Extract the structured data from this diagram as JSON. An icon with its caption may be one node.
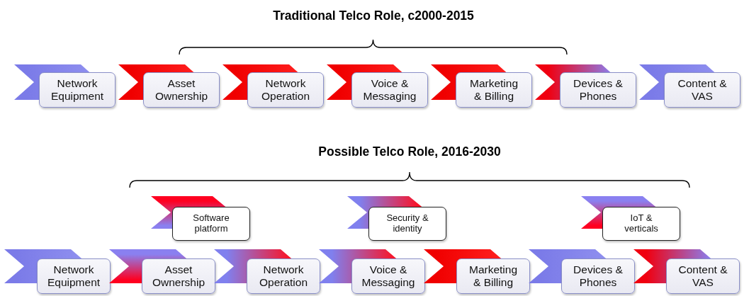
{
  "diagram": {
    "nodes": [
      {
        "text": [
          "Network Equipment"
        ]
      },
      {
        "text": [
          "Asset Ownership"
        ]
      },
      {
        "text": [
          "Network Operation"
        ]
      },
      {
        "text": [
          "Voice & Messaging"
        ]
      },
      {
        "text": [
          "Marketing & Billing"
        ]
      },
      {
        "text": [
          "Devices & Phones"
        ]
      },
      {
        "text": [
          "Content & VAS"
        ]
      },
      {
        "text": [
          "Software platform"
        ]
      },
      {
        "text": [
          "Security & identity"
        ]
      },
      {
        "text": [
          "IoT & verticals"
        ]
      },
      {
        "text": [
          "Network Equipment"
        ]
      },
      {
        "text": [
          "Asset Ownership"
        ]
      },
      {
        "text": [
          "Network Operation"
        ]
      },
      {
        "text": [
          "Voice & Messaging"
        ]
      },
      {
        "text": [
          "Marketing & Billing"
        ]
      },
      {
        "text": [
          "Devices & Phones"
        ]
      },
      {
        "text": [
          "Content & VAS"
        ]
      }
    ],
    "edges": [],
    "labels": [
      "Traditional Telco Role, c2000-2015",
      "Possible Telco Role, 2016-2030"
    ]
  }
}
